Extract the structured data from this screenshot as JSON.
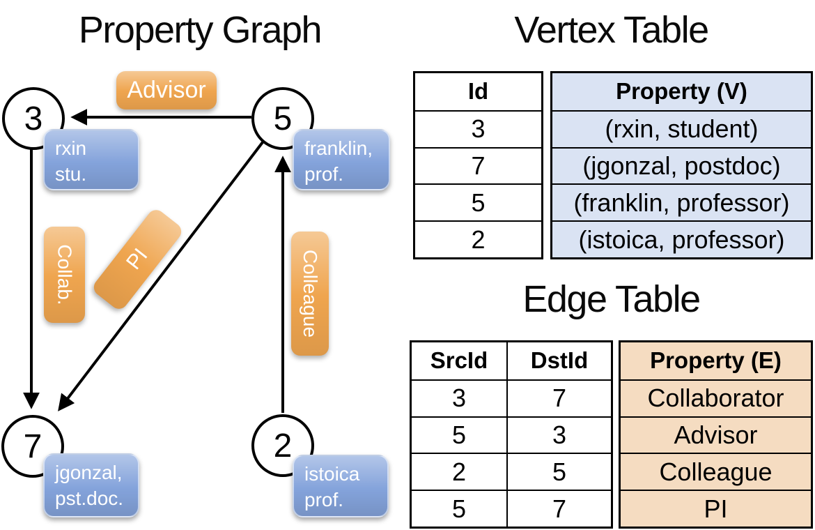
{
  "graph": {
    "title": "Property Graph",
    "nodes": [
      {
        "id": "3",
        "line1": "rxin",
        "line2": "stu."
      },
      {
        "id": "5",
        "line1": "franklin,",
        "line2": "prof."
      },
      {
        "id": "7",
        "line1": "jgonzal,",
        "line2": "pst.doc."
      },
      {
        "id": "2",
        "line1": "istoica",
        "line2": "prof."
      }
    ],
    "edge_labels": {
      "advisor": "Advisor",
      "collab": "Collab.",
      "pi": "PI",
      "colleague": "Colleague"
    }
  },
  "vertex_table": {
    "title": "Vertex Table",
    "columns": {
      "id": "Id",
      "property": "Property (V)"
    },
    "rows": [
      [
        "3",
        "(rxin, student)"
      ],
      [
        "7",
        "(jgonzal, postdoc)"
      ],
      [
        "5",
        "(franklin, professor)"
      ],
      [
        "2",
        "(istoica, professor)"
      ]
    ]
  },
  "edge_table": {
    "title": "Edge Table",
    "columns": {
      "src": "SrcId",
      "dst": "DstId",
      "property": "Property (E)"
    },
    "rows": [
      [
        "3",
        "7",
        "Collaborator"
      ],
      [
        "5",
        "3",
        "Advisor"
      ],
      [
        "2",
        "5",
        "Colleague"
      ],
      [
        "5",
        "7",
        "PI"
      ]
    ]
  },
  "colors": {
    "edge_label_fill": "#EFA54F",
    "vertex_label_fill": "#84A3DB",
    "vertex_table_fill": "#DAE3F3",
    "edge_table_fill": "#F5DCC1",
    "line_color": "#000000"
  }
}
